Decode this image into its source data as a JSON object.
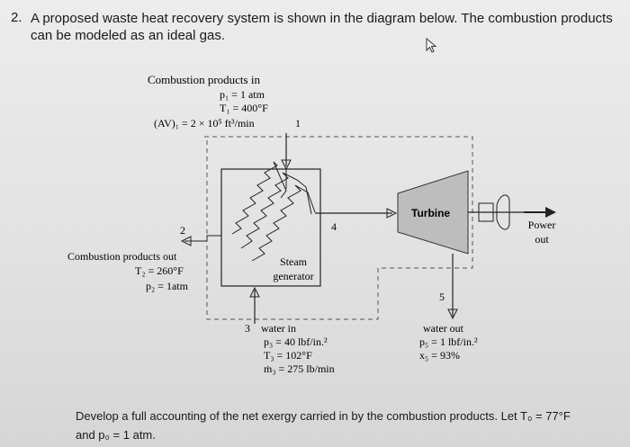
{
  "question": {
    "number": "2.",
    "text": "A proposed waste heat recovery system is shown in the diagram below. The combustion products can be modeled as an ideal gas."
  },
  "diagram": {
    "inlet": {
      "title": "Combustion products in",
      "p": "p₁ = 1 atm",
      "t": "T₁ = 400°F",
      "av": "(AV)₁ = 2 × 10⁵ ft³/min",
      "state": "1"
    },
    "outlet": {
      "title": "Combustion products out",
      "t": "T₂ = 260°F",
      "p": "p₂ = 1atm",
      "state": "2"
    },
    "steam_generator": {
      "line1": "Steam",
      "line2": "generator"
    },
    "turbine": {
      "label": "Turbine"
    },
    "power": {
      "line1": "Power",
      "line2": "out"
    },
    "state4": "4",
    "state5": "5",
    "water_in": {
      "state": "3",
      "title": "water in",
      "p": "p₃ = 40 lbf/in.²",
      "t": "T₃ = 102°F",
      "m": "ṁ₃ = 275 lb/min"
    },
    "water_out": {
      "title": "water out",
      "p": "p₅ = 1 lbf/in.²",
      "x": "x₅ = 93%"
    }
  },
  "footer": {
    "line1": "Develop a full accounting of the net exergy carried in by the combustion products. Let T₀ = 77°F",
    "line2": "and p₀ = 1 atm."
  }
}
